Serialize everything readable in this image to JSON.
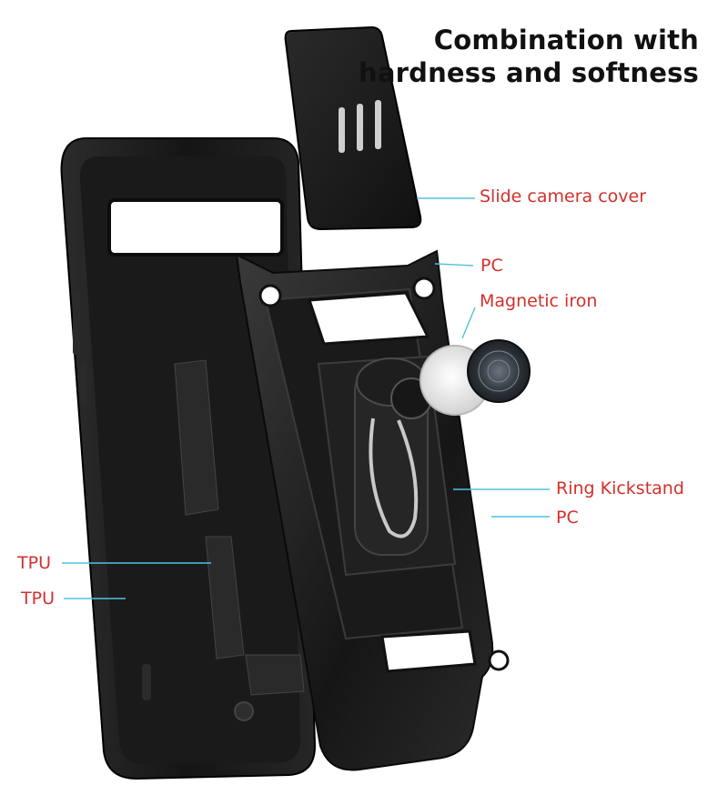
{
  "headline": {
    "line1": "Combination with",
    "line2": "hardness and softness"
  },
  "callouts": {
    "slide_camera_cover": "Slide camera cover",
    "pc_top": "PC",
    "magnetic_iron": "Magnetic iron",
    "ring_kickstand": "Ring Kickstand",
    "pc_bottom": "PC",
    "tpu_1": "TPU",
    "tpu_2": "TPU"
  },
  "colors": {
    "callout_text": "#d2302c",
    "leader_line": "#4fc3e0",
    "case_black": "#1b1b1b",
    "case_edge": "#3a3a3a",
    "disc_silver": "#e6e6e6"
  }
}
